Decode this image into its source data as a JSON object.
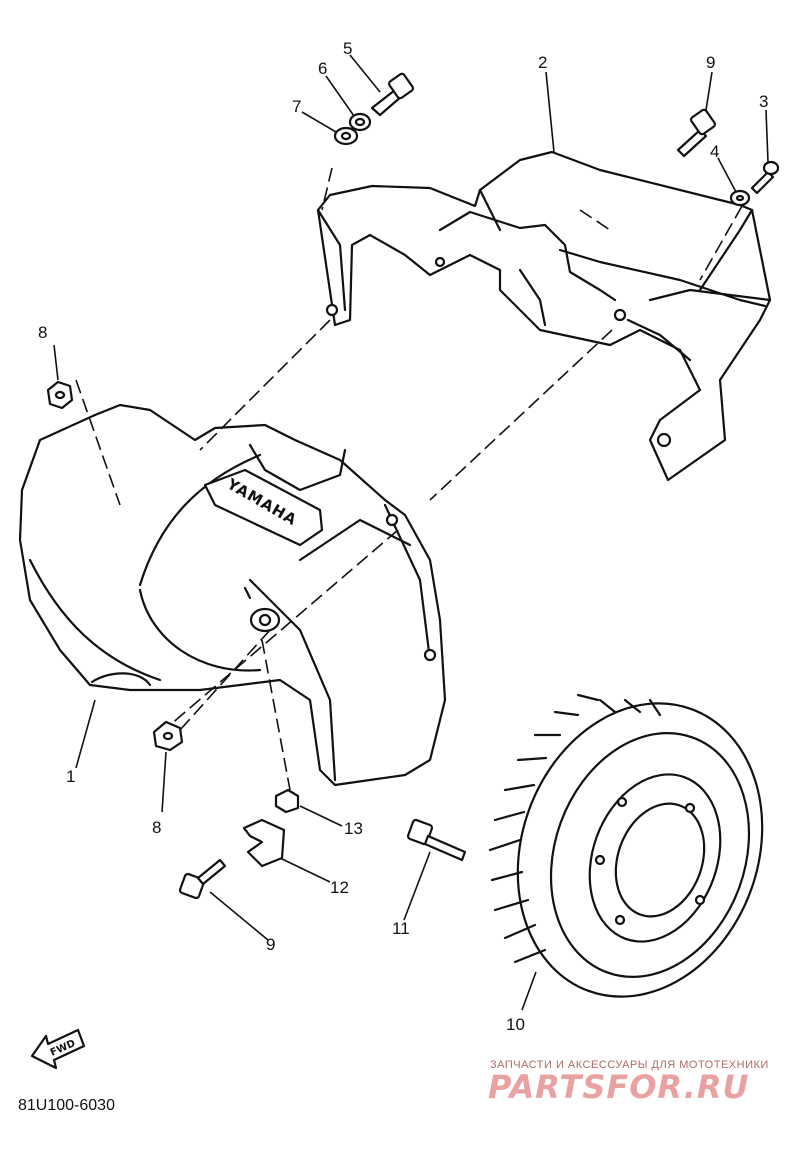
{
  "diagram": {
    "callouts": [
      {
        "id": "c1",
        "label": "1"
      },
      {
        "id": "c2",
        "label": "2"
      },
      {
        "id": "c3",
        "label": "3"
      },
      {
        "id": "c4",
        "label": "4"
      },
      {
        "id": "c5",
        "label": "5"
      },
      {
        "id": "c6",
        "label": "6"
      },
      {
        "id": "c7",
        "label": "7"
      },
      {
        "id": "c8a",
        "label": "8"
      },
      {
        "id": "c8b",
        "label": "8"
      },
      {
        "id": "c9a",
        "label": "9"
      },
      {
        "id": "c9b",
        "label": "9"
      },
      {
        "id": "c10",
        "label": "10"
      },
      {
        "id": "c11",
        "label": "11"
      },
      {
        "id": "c12",
        "label": "12"
      },
      {
        "id": "c13",
        "label": "13"
      }
    ],
    "embossed_text": "YAMAHA",
    "direction_marker": "FWD",
    "diagram_code": "81U100-6030"
  },
  "watermark": {
    "caption": "ЗАПЧАСТИ И АКСЕССУАРЫ ДЛЯ МОТОТЕХНИКИ",
    "brand": "PARTSFOR.RU",
    "color": "#e9a1a1"
  }
}
